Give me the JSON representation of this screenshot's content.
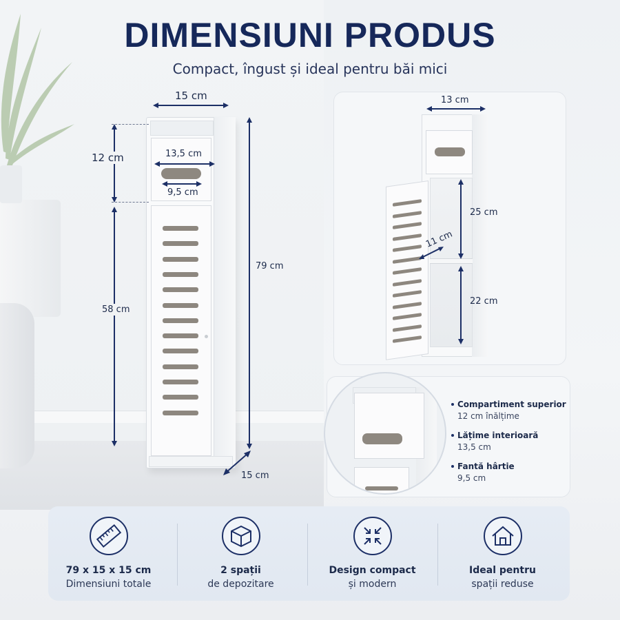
{
  "header": {
    "title": "DIMENSIUNI PRODUS",
    "subtitle": "Compact, îngust și ideal pentru băi mici"
  },
  "main_dimensions": {
    "width_top": "15 cm",
    "drawer_height": "12 cm",
    "drawer_width": "13,5 cm",
    "slot_width": "9,5 cm",
    "lower_height": "58 cm",
    "total_height": "79 cm",
    "depth": "15 cm"
  },
  "open_view": {
    "inner_width": "13 cm",
    "upper_compartment": "25 cm",
    "shelf_depth": "11 cm",
    "lower_compartment": "22 cm"
  },
  "details": [
    {
      "title": "Compartiment superior",
      "value": "12 cm înălțime"
    },
    {
      "title": "Lățime interioară",
      "value": "13,5 cm"
    },
    {
      "title": "Fantă hârtie",
      "value": "9,5 cm"
    }
  ],
  "features": [
    {
      "icon": "ruler-icon",
      "line1": "79 x 15 x 15 cm",
      "line2": "Dimensiuni totale"
    },
    {
      "icon": "box-icon",
      "line1": "2 spații",
      "line2": "de depozitare"
    },
    {
      "icon": "compress-arrows-icon",
      "line1": "Design compact",
      "line2": "și modern"
    },
    {
      "icon": "home-icon",
      "line1": "Ideal pentru",
      "line2": "spații reduse"
    }
  ],
  "colors": {
    "navy": "#16285a",
    "panel": "#f5f7f9",
    "bar": "#e3e9f2",
    "slot": "#8e8880"
  }
}
